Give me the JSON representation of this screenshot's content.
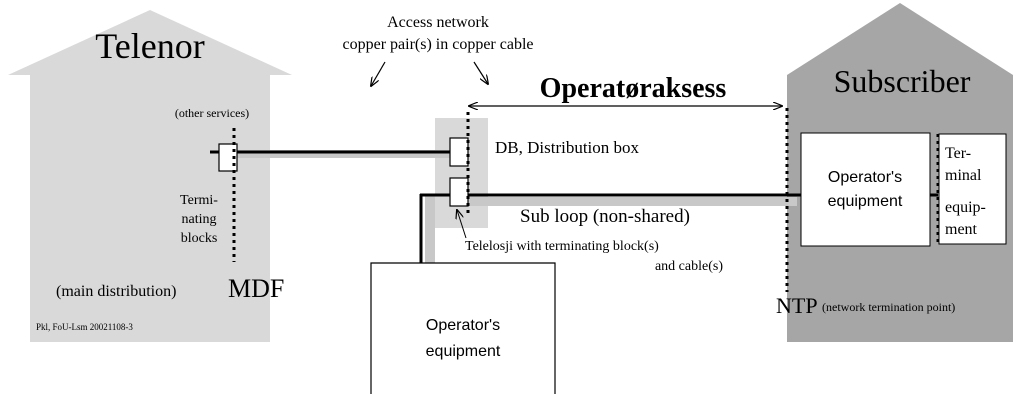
{
  "colors": {
    "telenor_house": "#d9d9d9",
    "subscriber_house": "#a6a6a6",
    "db_box": "#d9d9d9",
    "line": "#000000",
    "cable_shadow": "#c8c8c8",
    "box_fill": "#ffffff"
  },
  "telenor": {
    "title": "Telenor",
    "other_services": "(other services)",
    "terminating_blocks": [
      "Termi-",
      "nating",
      "blocks"
    ],
    "mdf_prefix": "(main distribution)",
    "mdf_label": "MDF",
    "footer_ref": "Pkl, FoU-Lsm  20021108-3"
  },
  "access_network": {
    "line1": "Access network",
    "line2": "copper pair(s) in copper cable"
  },
  "operatoraksess": {
    "label": "Operatøraksess"
  },
  "db": {
    "label": "DB, Distribution box"
  },
  "sub_loop": {
    "label": "Sub loop (non-shared)"
  },
  "telelosji": {
    "line1": "Telelosji with terminating block(s)",
    "line2": "and cable(s)"
  },
  "operator_bottom": {
    "line1": "Operator's",
    "line2": "equipment"
  },
  "subscriber": {
    "title": "Subscriber",
    "operator_equipment": [
      "Operator's",
      "equipment"
    ],
    "terminal_equipment": [
      "Ter-",
      "minal",
      "equip-",
      "ment"
    ],
    "ntp_label": "NTP",
    "ntp_desc": "(network termination point)"
  }
}
